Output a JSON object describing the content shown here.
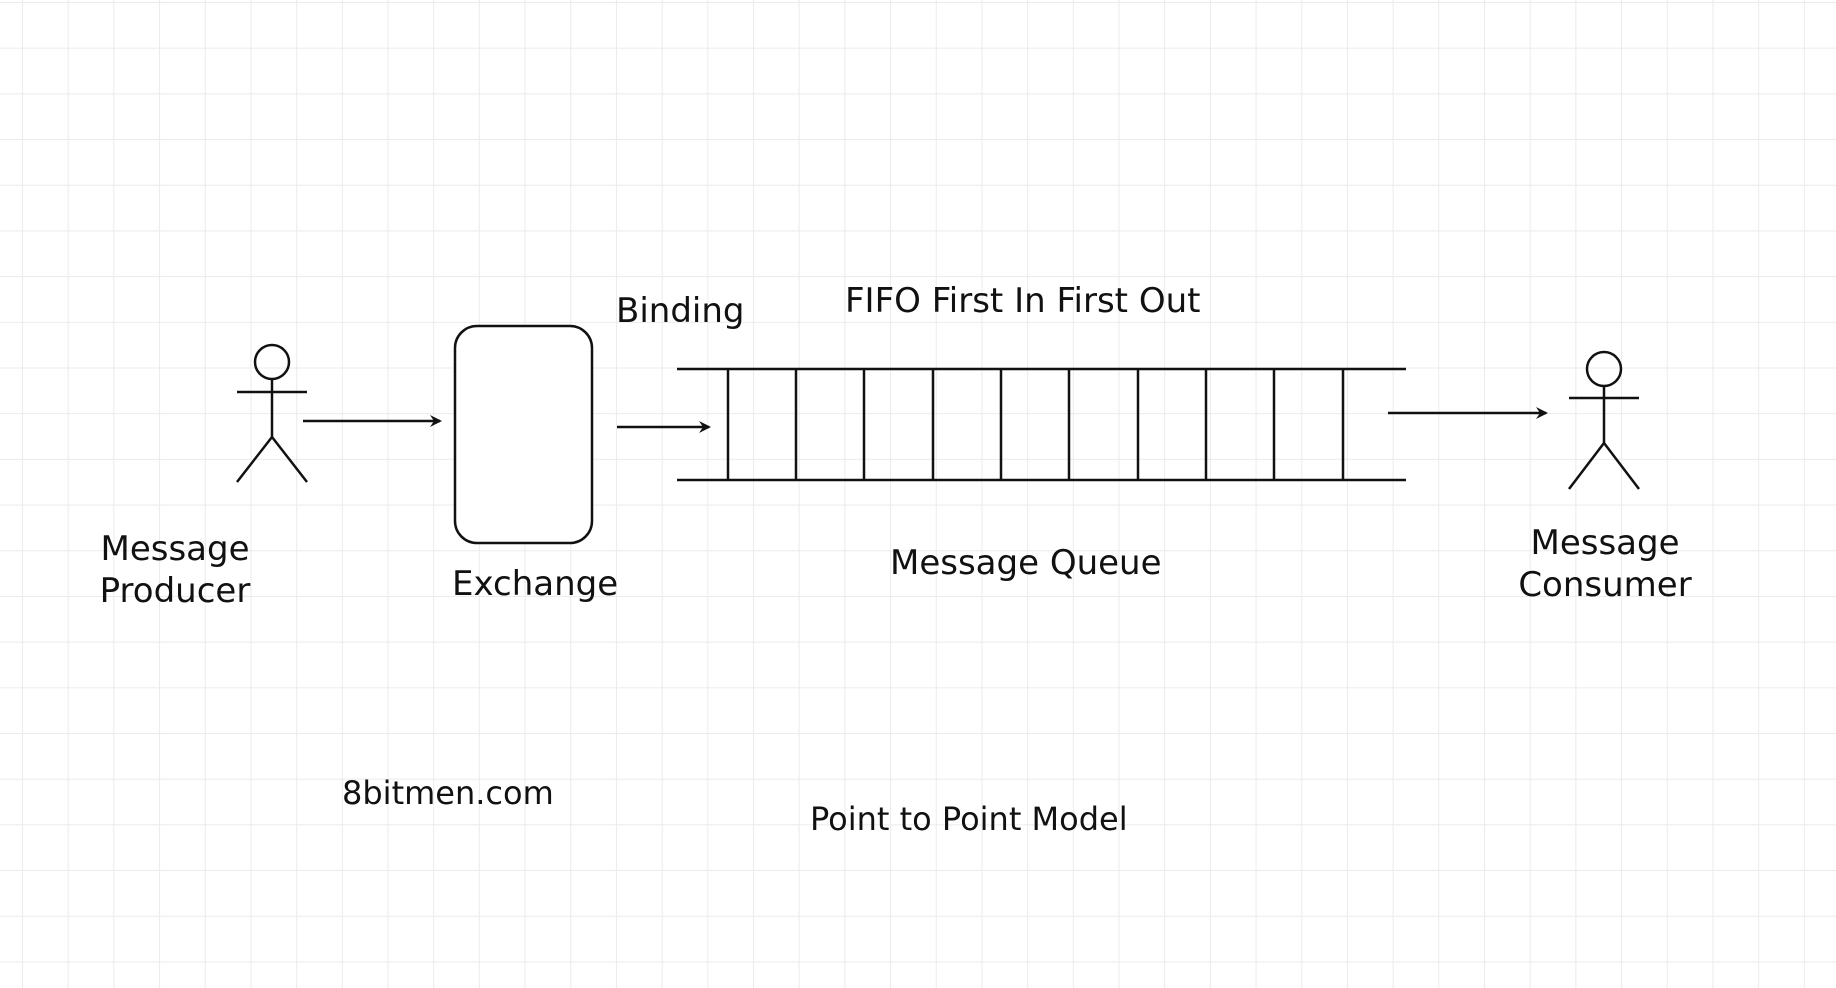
{
  "diagram": {
    "binding_label": "Binding",
    "fifo_label": "FIFO First In First Out",
    "producer_label_line1": "Message",
    "producer_label_line2": "Producer",
    "exchange_label": "Exchange",
    "queue_label": "Message Queue",
    "consumer_label_line1": "Message",
    "consumer_label_line2": "Consumer",
    "watermark": "8bitmen.com",
    "model_label": "Point to Point Model"
  },
  "colors": {
    "stroke": "#111111",
    "grid": "#ebebeb",
    "background": "#ffffff"
  }
}
